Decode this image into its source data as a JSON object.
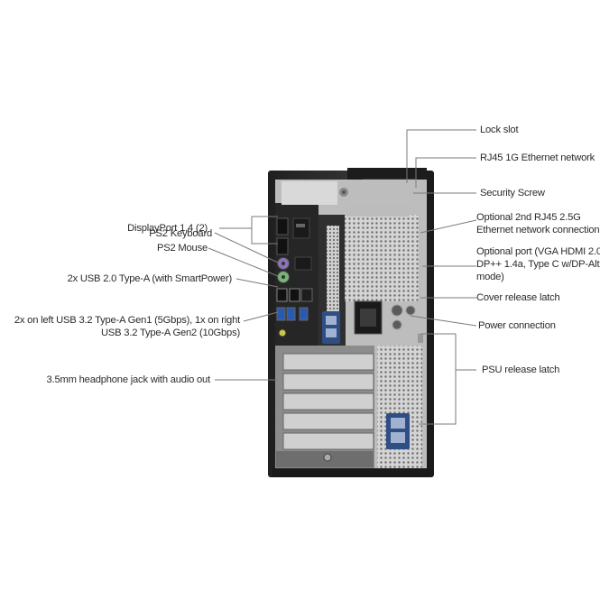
{
  "callouts": {
    "left": [
      {
        "id": "displayport",
        "text": "DisplayPort 1.4 (2)"
      },
      {
        "id": "ps2-keyboard",
        "text": "PS2 Keyboard"
      },
      {
        "id": "ps2-mouse",
        "text": "PS2 Mouse"
      },
      {
        "id": "usb2",
        "text": "2x USB 2.0 Type-A (with SmartPower)"
      },
      {
        "id": "usb32-line1",
        "text": "2x on left USB 3.2 Type-A Gen1 (5Gbps), 1x on right"
      },
      {
        "id": "usb32-line2",
        "text": "USB 3.2 Type-A Gen2 (10Gbps)"
      },
      {
        "id": "headphone",
        "text": "3.5mm headphone jack with audio out"
      }
    ],
    "right": [
      {
        "id": "lock-slot",
        "text": "Lock slot"
      },
      {
        "id": "rj45-1g",
        "text": "RJ45 1G Ethernet network"
      },
      {
        "id": "security-screw",
        "text": "Security Screw"
      },
      {
        "id": "rj45-25g-line1",
        "text": "Optional 2nd RJ45 2.5G"
      },
      {
        "id": "rj45-25g-line2",
        "text": "Ethernet network connection"
      },
      {
        "id": "optional-port-line1",
        "text": "Optional port (VGA HDMI 2.0,"
      },
      {
        "id": "optional-port-line2",
        "text": "DP++ 1.4a, Type C w/DP-Alt"
      },
      {
        "id": "optional-port-line3",
        "text": "mode)"
      },
      {
        "id": "cover-release",
        "text": "Cover release latch"
      },
      {
        "id": "power-connection",
        "text": "Power connection"
      },
      {
        "id": "psu-release",
        "text": "PSU release latch"
      }
    ]
  },
  "colors": {
    "line": "#7a7a7a",
    "chassis": "#2b2b2b",
    "panel": "#c9c9c9",
    "text": "#2a2a2a"
  }
}
